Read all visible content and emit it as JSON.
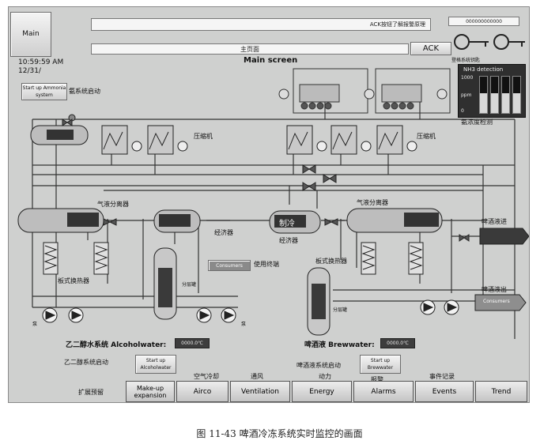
{
  "header": {
    "main_button": "Main",
    "time": "10:59:59 AM",
    "date": "12/31/",
    "main_page_label": "主页面",
    "main_screen_title": "Main screen",
    "ack_hint": "ACK按钮了解报警原理",
    "ack_button": "ACK",
    "counter": "000000000000",
    "key_label": "登格系统钥匙"
  },
  "nh3": {
    "title": "NH3 detection",
    "max": "1000",
    "unit": "ppm",
    "zero": "0",
    "caption": "氨浓度检测",
    "levels": [
      0.55,
      0.55,
      0.55,
      0.55
    ]
  },
  "ammonia": {
    "start_button": "Start up Ammonia system",
    "label": "氨系统启动"
  },
  "labels": {
    "compressor_left": "压缩机",
    "compressor_right": "压缩机",
    "gas_liquid_left": "气液分离器",
    "gas_liquid_right": "气液分离器",
    "economizer_left": "经济器",
    "economizer_mid": "经济器",
    "consumers_box": "Consumers",
    "use_terminal": "使用终端",
    "plate_hx_left": "板式换热器",
    "plate_hx_right": "板式换热器",
    "separator_left": "分层罐",
    "separator_right": "分层罐",
    "pump_left": "泵",
    "pump_right": "泵",
    "beer_in": "啤酒液进",
    "beer_out": "啤酒液出",
    "beer_consumers": "Consumers",
    "watermark": "制冷"
  },
  "systems": {
    "alcohol_label": "乙二醇水系统 Alcoholwater:",
    "alcohol_value": "0000.0℃",
    "alcohol_start_label": "乙二醇系统启动",
    "alcohol_start_button": "Start up Alcoholwater",
    "brew_label": "啤酒液 Brewwater:",
    "brew_value": "0000.0℃",
    "brew_start_label": "啤酒液系统启动",
    "brew_start_button": "Start up Brewwater"
  },
  "nav": {
    "expansion_label": "扩展预留",
    "aircon_label": "空气冷却",
    "ventilation_label": "通风",
    "energy_label": "动力",
    "alarms_label": "报警",
    "events_label": "事件记录",
    "buttons": [
      "Make-up expansion",
      "Airco",
      "Ventilation",
      "Energy",
      "Alarms",
      "Events",
      "Trend"
    ]
  },
  "caption": "图 11-43    啤酒冷冻系统实时监控的画面"
}
